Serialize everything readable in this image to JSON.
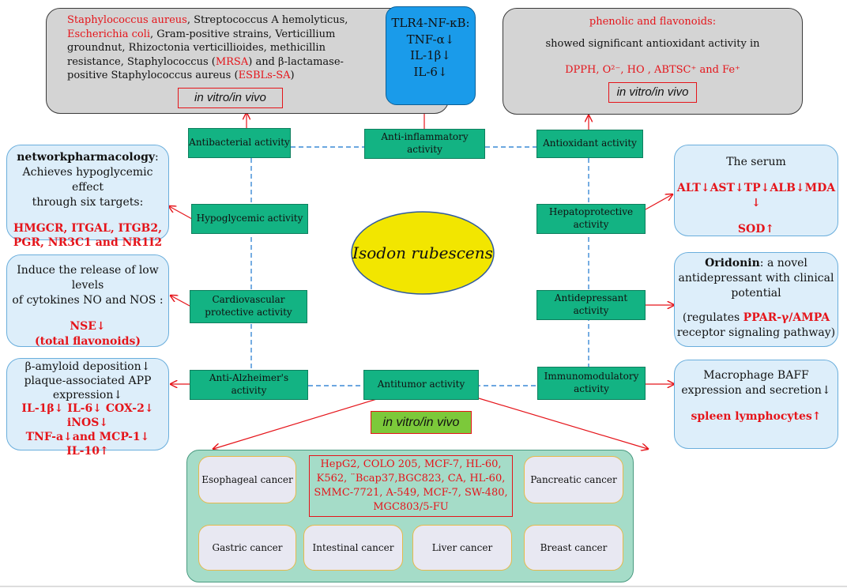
{
  "antibacterial_box": {
    "l1a": "Staphylococcus aureus",
    "l1b": ", Streptococcus A hemolyticus,",
    "l2a": "Escherichia coli",
    "l2b": ",  Gram-positive strains,  Verticillium",
    "l3": "groundnut, Rhizoctonia verticillioides, methicillin",
    "l4a": "resistance, Staphylococcus (",
    "l4b": "MRSA",
    "l4c": ") and β-lactamase-",
    "l5a": "positive Staphylococcus aureus (",
    "l5b": "ESBLs-SA",
    "l5c": ")",
    "ivv": "in vitro/in vivo"
  },
  "inflammation_box": {
    "lines": [
      "TLR4-NF-κB:",
      "TNF-α↓",
      "IL-1β↓",
      "IL-6↓"
    ]
  },
  "antioxidant_box": {
    "title": "phenolic and flavonoids:",
    "line": "showed significant antioxidant activity in",
    "markers": "DPPH, O²⁻, HO , ABTSC⁺   and Fe⁺",
    "ivv": "in vitro/in vivo"
  },
  "hypoglycemic_box": {
    "title": "networkpharmacology",
    "colon": ":",
    "l2": "Achieves hypoglycemic effect",
    "l3": "through six targets:",
    "targets1": "HMGCR, ITGAL, ITGB2,",
    "targets2": "PGR, NR3C1 and NR1I2"
  },
  "hepatoprotective_box": {
    "title": "The serum",
    "markers": "ALT↓AST↓TP↓ALB↓MDA ↓",
    "sod": "SOD↑"
  },
  "cardio_box": {
    "l1": "Induce the release of low levels",
    "l2": "of cytokines NO and NOS :",
    "nse": "NSE↓",
    "flav": "(total flavonoids)"
  },
  "antidepressant_box": {
    "oridonin": "Oridonin",
    "l1": ": a novel",
    "l2": "antidepressant with clinical",
    "l3": "potential",
    "l4a": "(regulates ",
    "l4b": "PPAR-γ/AMPA",
    "l5": "receptor signaling pathway)"
  },
  "alzheimer_box": {
    "l1": "β-amyloid deposition↓",
    "l2": "plaque-associated APP",
    "l3": "expression↓",
    "r1": "IL-1β↓ IL-6↓ COX-2↓ iNOS↓",
    "r2": "TNF-a↓and MCP-1↓",
    "r3": "IL-10↑"
  },
  "immuno_box": {
    "l1": "Macrophage BAFF",
    "l2": "expression and secretion↓",
    "red": "spleen lymphocytes↑"
  },
  "activities": {
    "antibacterial": "Antibacterial activity",
    "antiinflammatory": "Anti-inflammatory activity",
    "antioxidant": "Antioxidant activity",
    "hypoglycemic": "Hypoglycemic activity",
    "hepatoprotective": "Hepatoprotective activity",
    "cardio1": "Cardiovascular",
    "cardio2": "protective activity",
    "antidepressant": "Antidepressant activity",
    "alzheimer": "Anti-Alzheimer's activity",
    "antitumor": "Antitumor activity",
    "immuno1": "Immunomodulatory",
    "immuno2": "activity"
  },
  "center": "Isodon rubescens",
  "antitumor_ivv": "in vitro/in vivo",
  "cell_lines": {
    "l1": "HepG2, COLO 205, MCF-7,  HL-60,",
    "l2": "K562, ¨Bcap37,BGC823,  CA, HL-60,",
    "l3": "SMMC-7721, A-549, MCF-7, SW-480,",
    "l4": "MGC803/5-FU"
  },
  "cancers": {
    "esophageal": "Esophageal cancer",
    "pancreatic": "Pancreatic cancer",
    "gastric": "Gastric cancer",
    "intestinal": "Intestinal cancer",
    "liver": "Liver  cancer",
    "breast": "Breast cancer"
  },
  "colors": {
    "activity_fill": "#13b383",
    "grey_box": "#d4d4d4",
    "blue_box": "#ddeefa",
    "ellipse": "#f2e600",
    "red_text": "#e5141a",
    "connector": "#3c8ad6",
    "arrow": "#e5141a",
    "tumor_panel": "#a5dcc8"
  }
}
